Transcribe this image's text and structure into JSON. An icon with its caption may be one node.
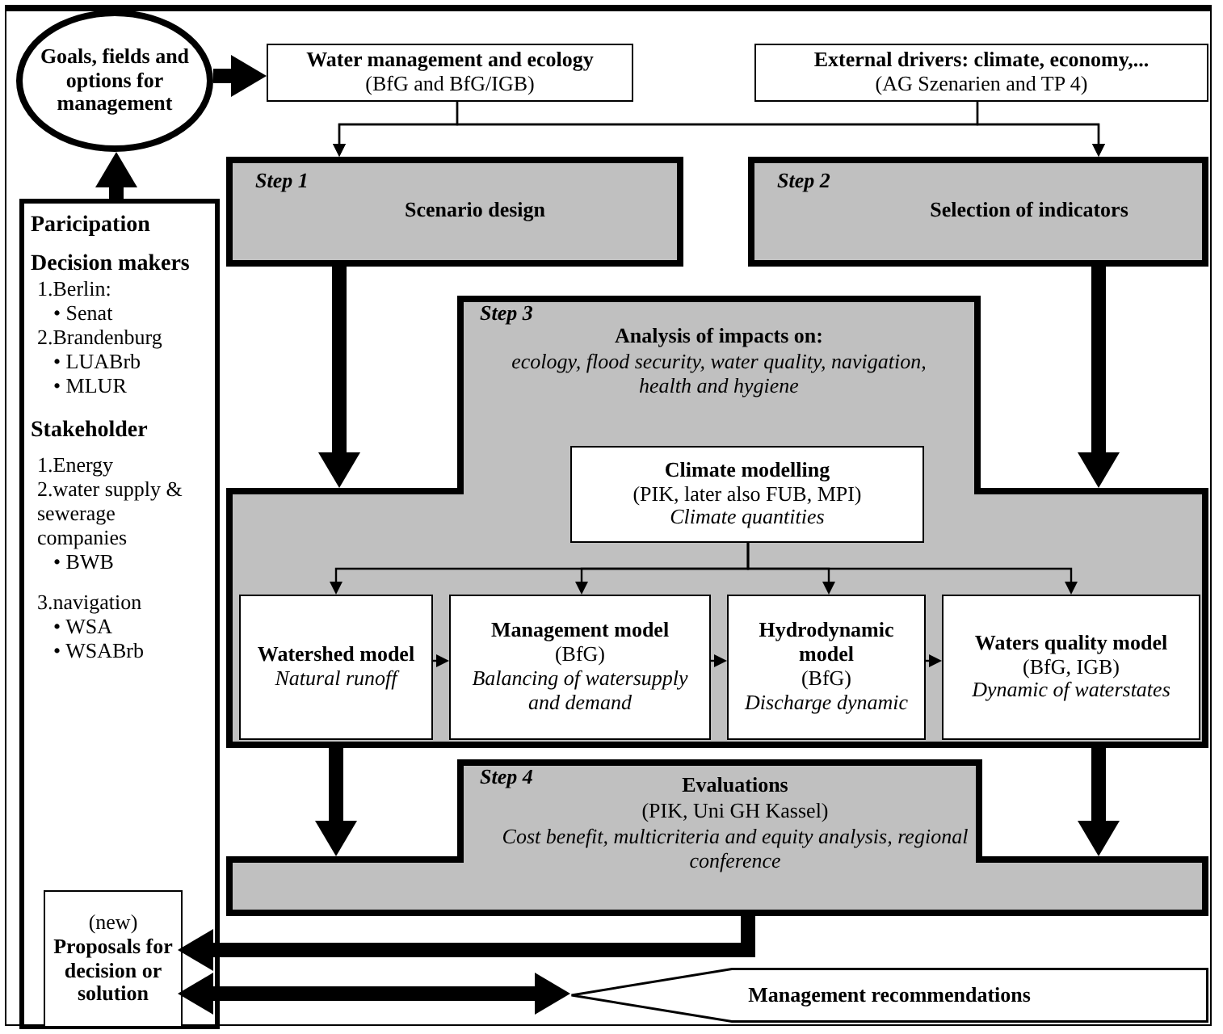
{
  "diagram": {
    "nodes": [
      {
        "text": [
          "Goals, fields and options for management"
        ]
      },
      {
        "text": [
          "Water management and ecology",
          "(BfG and BfG/IGB)"
        ]
      },
      {
        "text": [
          "External drivers: climate, economy,...",
          "(AG Szenarien and TP 4)"
        ]
      },
      {
        "text": [
          "Step 1",
          "Scenario design"
        ]
      },
      {
        "text": [
          "Step 2",
          "Selection of indicators"
        ]
      },
      {
        "text": [
          "Step 3",
          "Analysis of impacts on:",
          "ecology, flood security, water quality, navigation, health and hygiene"
        ]
      },
      {
        "text": [
          "Climate modelling",
          "(PIK, later also FUB, MPI)",
          "Climate quantities"
        ],
        "in": 5
      },
      {
        "text": [
          "Watershed model",
          "Natural runoff"
        ],
        "in": 5
      },
      {
        "text": [
          "Management model",
          "(BfG)",
          "Balancing of watersupply and demand"
        ],
        "in": 5
      },
      {
        "text": [
          "Hydrodynamic model",
          "(BfG)",
          "Discharge dynamic"
        ],
        "in": 5
      },
      {
        "text": [
          "Waters quality model",
          "(BfG, IGB)",
          "Dynamic of waterstates"
        ],
        "in": 5
      },
      {
        "text": [
          "Step 4",
          "Evaluations",
          "(PIK, Uni GH Kassel)",
          "Cost benefit, multicriteria and equity analysis, regional conference"
        ]
      },
      {
        "text": [
          "Paricipation",
          "Decision makers",
          "1.Berlin:",
          "• Senat",
          "2.Brandenburg",
          "• LUABrb",
          "• MLUR",
          "Stakeholder",
          "1.Energy",
          "2.water supply & sewerage companies",
          "• BWB",
          "3.navigation",
          "• WSA",
          "• WSABrb"
        ]
      },
      {
        "text": [
          "(new)",
          "Proposals for decision or solution"
        ],
        "in": 12
      },
      {
        "text": [
          "Management recommendations"
        ]
      }
    ],
    "edges": [
      {
        "from": 0,
        "to": 1,
        "arrow": "to",
        "style": "thick"
      },
      {
        "from": 1,
        "to": 3,
        "arrow": "to"
      },
      {
        "from": 1,
        "to": 4,
        "arrow": "to"
      },
      {
        "from": 2,
        "to": 3,
        "arrow": "to"
      },
      {
        "from": 2,
        "to": 4,
        "arrow": "to"
      },
      {
        "from": 3,
        "to": 5,
        "arrow": "to",
        "style": "thick"
      },
      {
        "from": 4,
        "to": 5,
        "arrow": "to",
        "style": "thick"
      },
      {
        "from": 6,
        "to": 7,
        "arrow": "to"
      },
      {
        "from": 6,
        "to": 8,
        "arrow": "to"
      },
      {
        "from": 6,
        "to": 9,
        "arrow": "to"
      },
      {
        "from": 6,
        "to": 10,
        "arrow": "to"
      },
      {
        "from": 7,
        "to": 8,
        "arrow": "to"
      },
      {
        "from": 8,
        "to": 9,
        "arrow": "to"
      },
      {
        "from": 9,
        "to": 10,
        "arrow": "to"
      },
      {
        "from": 5,
        "to": 11,
        "arrow": "to",
        "style": "thick"
      },
      {
        "from": 5,
        "to": 11,
        "arrow": "to",
        "style": "thick"
      },
      {
        "from": 11,
        "to": 13,
        "arrow": "to",
        "style": "thick"
      },
      {
        "from": 13,
        "to": 14,
        "arrow": "both",
        "style": "thick"
      },
      {
        "from": 12,
        "to": 0,
        "arrow": "to",
        "style": "thick"
      }
    ]
  }
}
